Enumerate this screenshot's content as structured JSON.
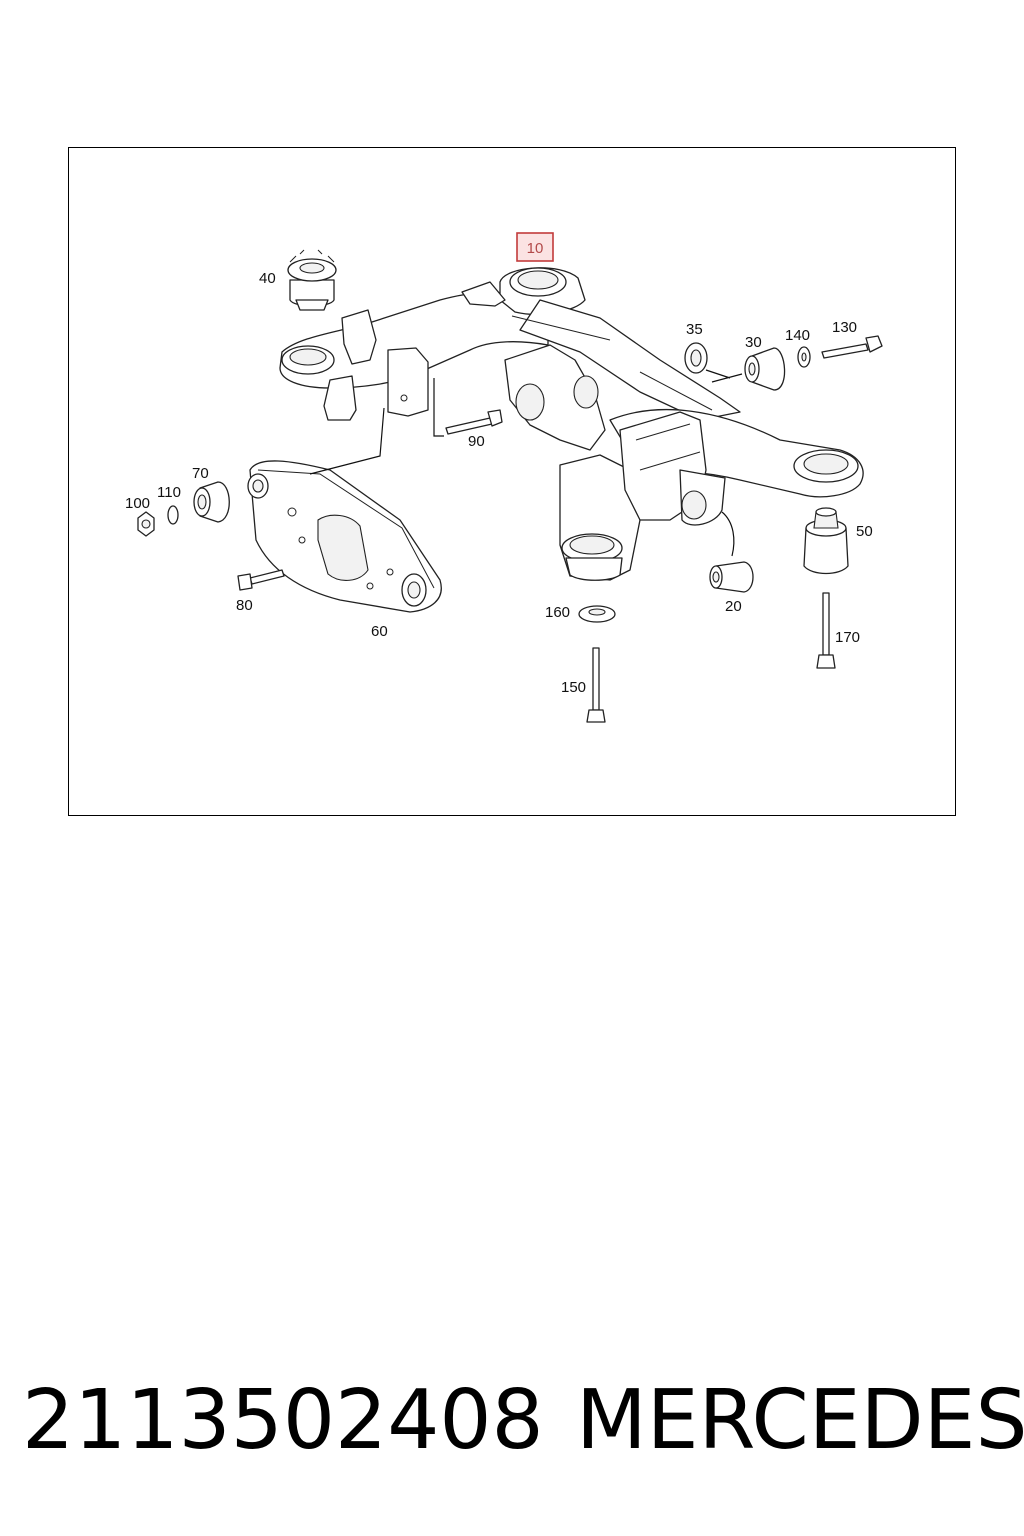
{
  "diagram": {
    "callouts": [
      {
        "id": "10",
        "label": "10",
        "highlighted": true
      },
      {
        "id": "20",
        "label": "20"
      },
      {
        "id": "30",
        "label": "30"
      },
      {
        "id": "35",
        "label": "35"
      },
      {
        "id": "40",
        "label": "40"
      },
      {
        "id": "50",
        "label": "50"
      },
      {
        "id": "60",
        "label": "60"
      },
      {
        "id": "70",
        "label": "70"
      },
      {
        "id": "80",
        "label": "80"
      },
      {
        "id": "90",
        "label": "90"
      },
      {
        "id": "100",
        "label": "100"
      },
      {
        "id": "110",
        "label": "110"
      },
      {
        "id": "130",
        "label": "130"
      },
      {
        "id": "140",
        "label": "140"
      },
      {
        "id": "150",
        "label": "150"
      },
      {
        "id": "160",
        "label": "160"
      },
      {
        "id": "170",
        "label": "170"
      }
    ],
    "highlight_color": "#c23b3b"
  },
  "caption": {
    "part_number": "2113502408",
    "brand": "MERCEDES"
  }
}
